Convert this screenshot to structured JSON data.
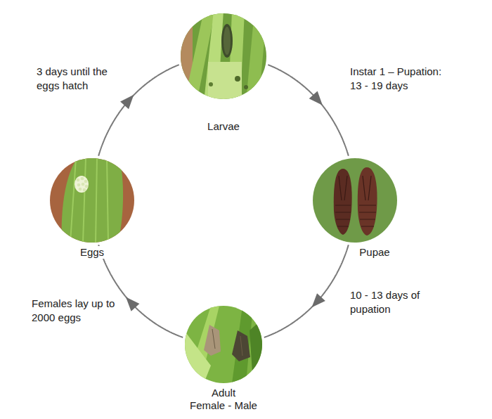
{
  "diagram": {
    "nodes": [
      {
        "text": [
          "Larvae"
        ]
      },
      {
        "text": [
          "Pupae"
        ]
      },
      {
        "text": [
          "Adult",
          "Female - Male"
        ]
      },
      {
        "text": [
          "Eggs"
        ]
      }
    ],
    "edges": [
      {
        "from": 0,
        "to": 1,
        "arrow": "to",
        "label": "Instar 1 – Pupation: 13 - 19 days"
      },
      {
        "from": 1,
        "to": 2,
        "arrow": "to",
        "label": "10 - 13 days of pupation"
      },
      {
        "from": 2,
        "to": 3,
        "arrow": "to",
        "label": "Females lay up to 2000 eggs"
      },
      {
        "from": 3,
        "to": 0,
        "arrow": "to",
        "label": "3 days until the eggs hatch"
      }
    ]
  }
}
